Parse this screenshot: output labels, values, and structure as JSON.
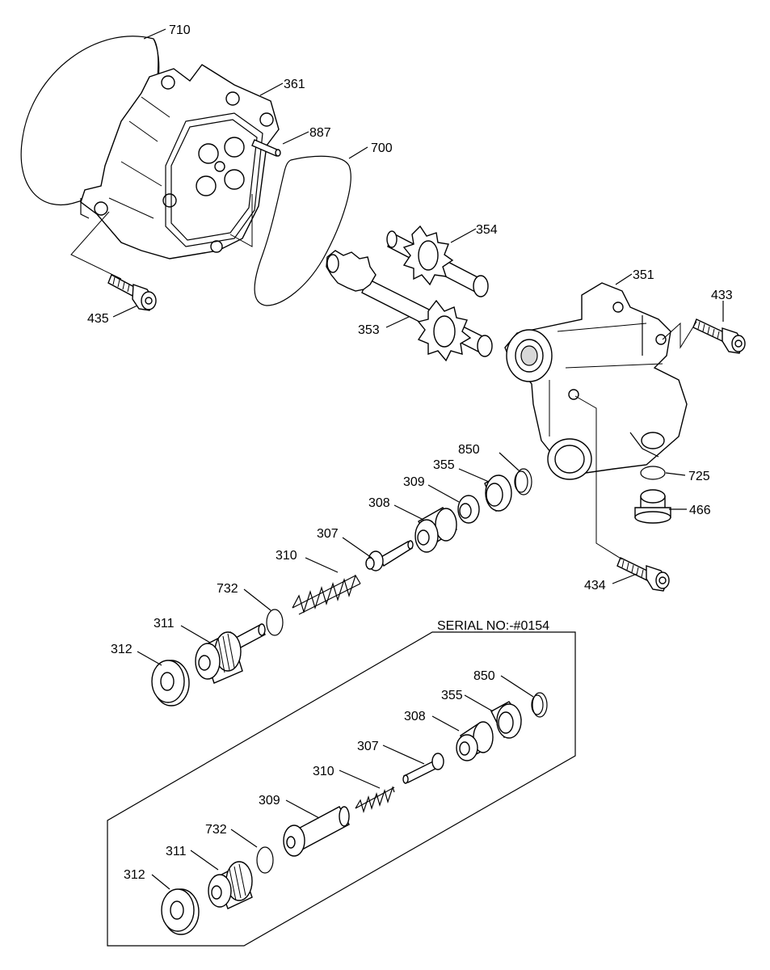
{
  "serial_label": "SERIAL NO:-#0154",
  "labels": {
    "l710": "710",
    "l361": "361",
    "l887": "887",
    "l700": "700",
    "l354": "354",
    "l435": "435",
    "l353": "353",
    "l351": "351",
    "l433": "433",
    "l850a": "850",
    "l355a": "355",
    "l309a": "309",
    "l308a": "308",
    "l307a": "307",
    "l310a": "310",
    "l732a": "732",
    "l311a": "311",
    "l312a": "312",
    "l725": "725",
    "l466": "466",
    "l434": "434",
    "l850b": "850",
    "l355b": "355",
    "l308b": "308",
    "l307b": "307",
    "l310b": "310",
    "l309b": "309",
    "l732b": "732",
    "l311b": "311",
    "l312b": "312"
  }
}
